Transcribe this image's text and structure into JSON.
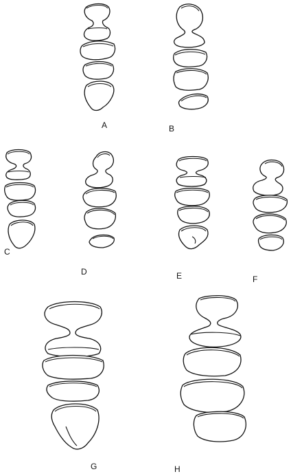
{
  "figure": {
    "panels": [
      {
        "id": "A",
        "label": "A"
      },
      {
        "id": "B",
        "label": "B"
      },
      {
        "id": "C",
        "label": "C"
      },
      {
        "id": "D",
        "label": "D"
      },
      {
        "id": "E",
        "label": "E"
      },
      {
        "id": "F",
        "label": "F"
      },
      {
        "id": "G",
        "label": "G"
      },
      {
        "id": "H",
        "label": "H"
      }
    ]
  }
}
